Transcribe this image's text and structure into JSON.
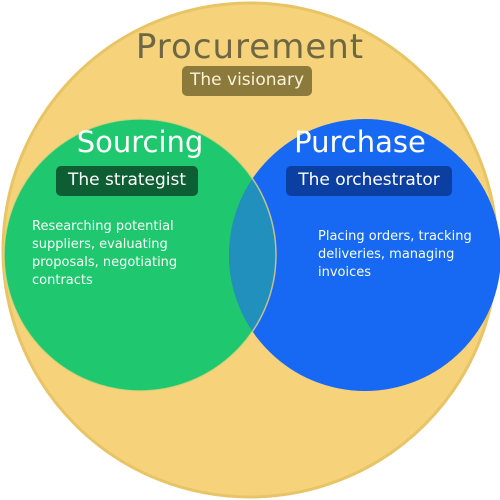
{
  "colors": {
    "outer_circle": "#F6D27A",
    "outer_stroke": "#E7C466",
    "sourcing_circle": "#1FC86E",
    "purchase_circle": "#1768F2",
    "title_procurement": "#6E6744",
    "badge_procurement_bg": "#8C7A3C",
    "badge_procurement_text": "#FBF3D7",
    "title_light": "#FFFFFF",
    "badge_sourcing_bg": "#0D5E33",
    "badge_purchase_bg": "#0B3FA1",
    "badge_light_text": "#FFFFFF",
    "desc_light": "#F4FFF7"
  },
  "procurement": {
    "title": "Procurement",
    "badge": "The visionary"
  },
  "sourcing": {
    "title": "Sourcing",
    "badge": "The strategist",
    "description": "Researching potential suppliers, evaluating proposals, negotiating contracts"
  },
  "purchase": {
    "title": "Purchase",
    "badge": "The orchestrator",
    "description": "Placing orders, tracking deliveries, managing invoices"
  }
}
